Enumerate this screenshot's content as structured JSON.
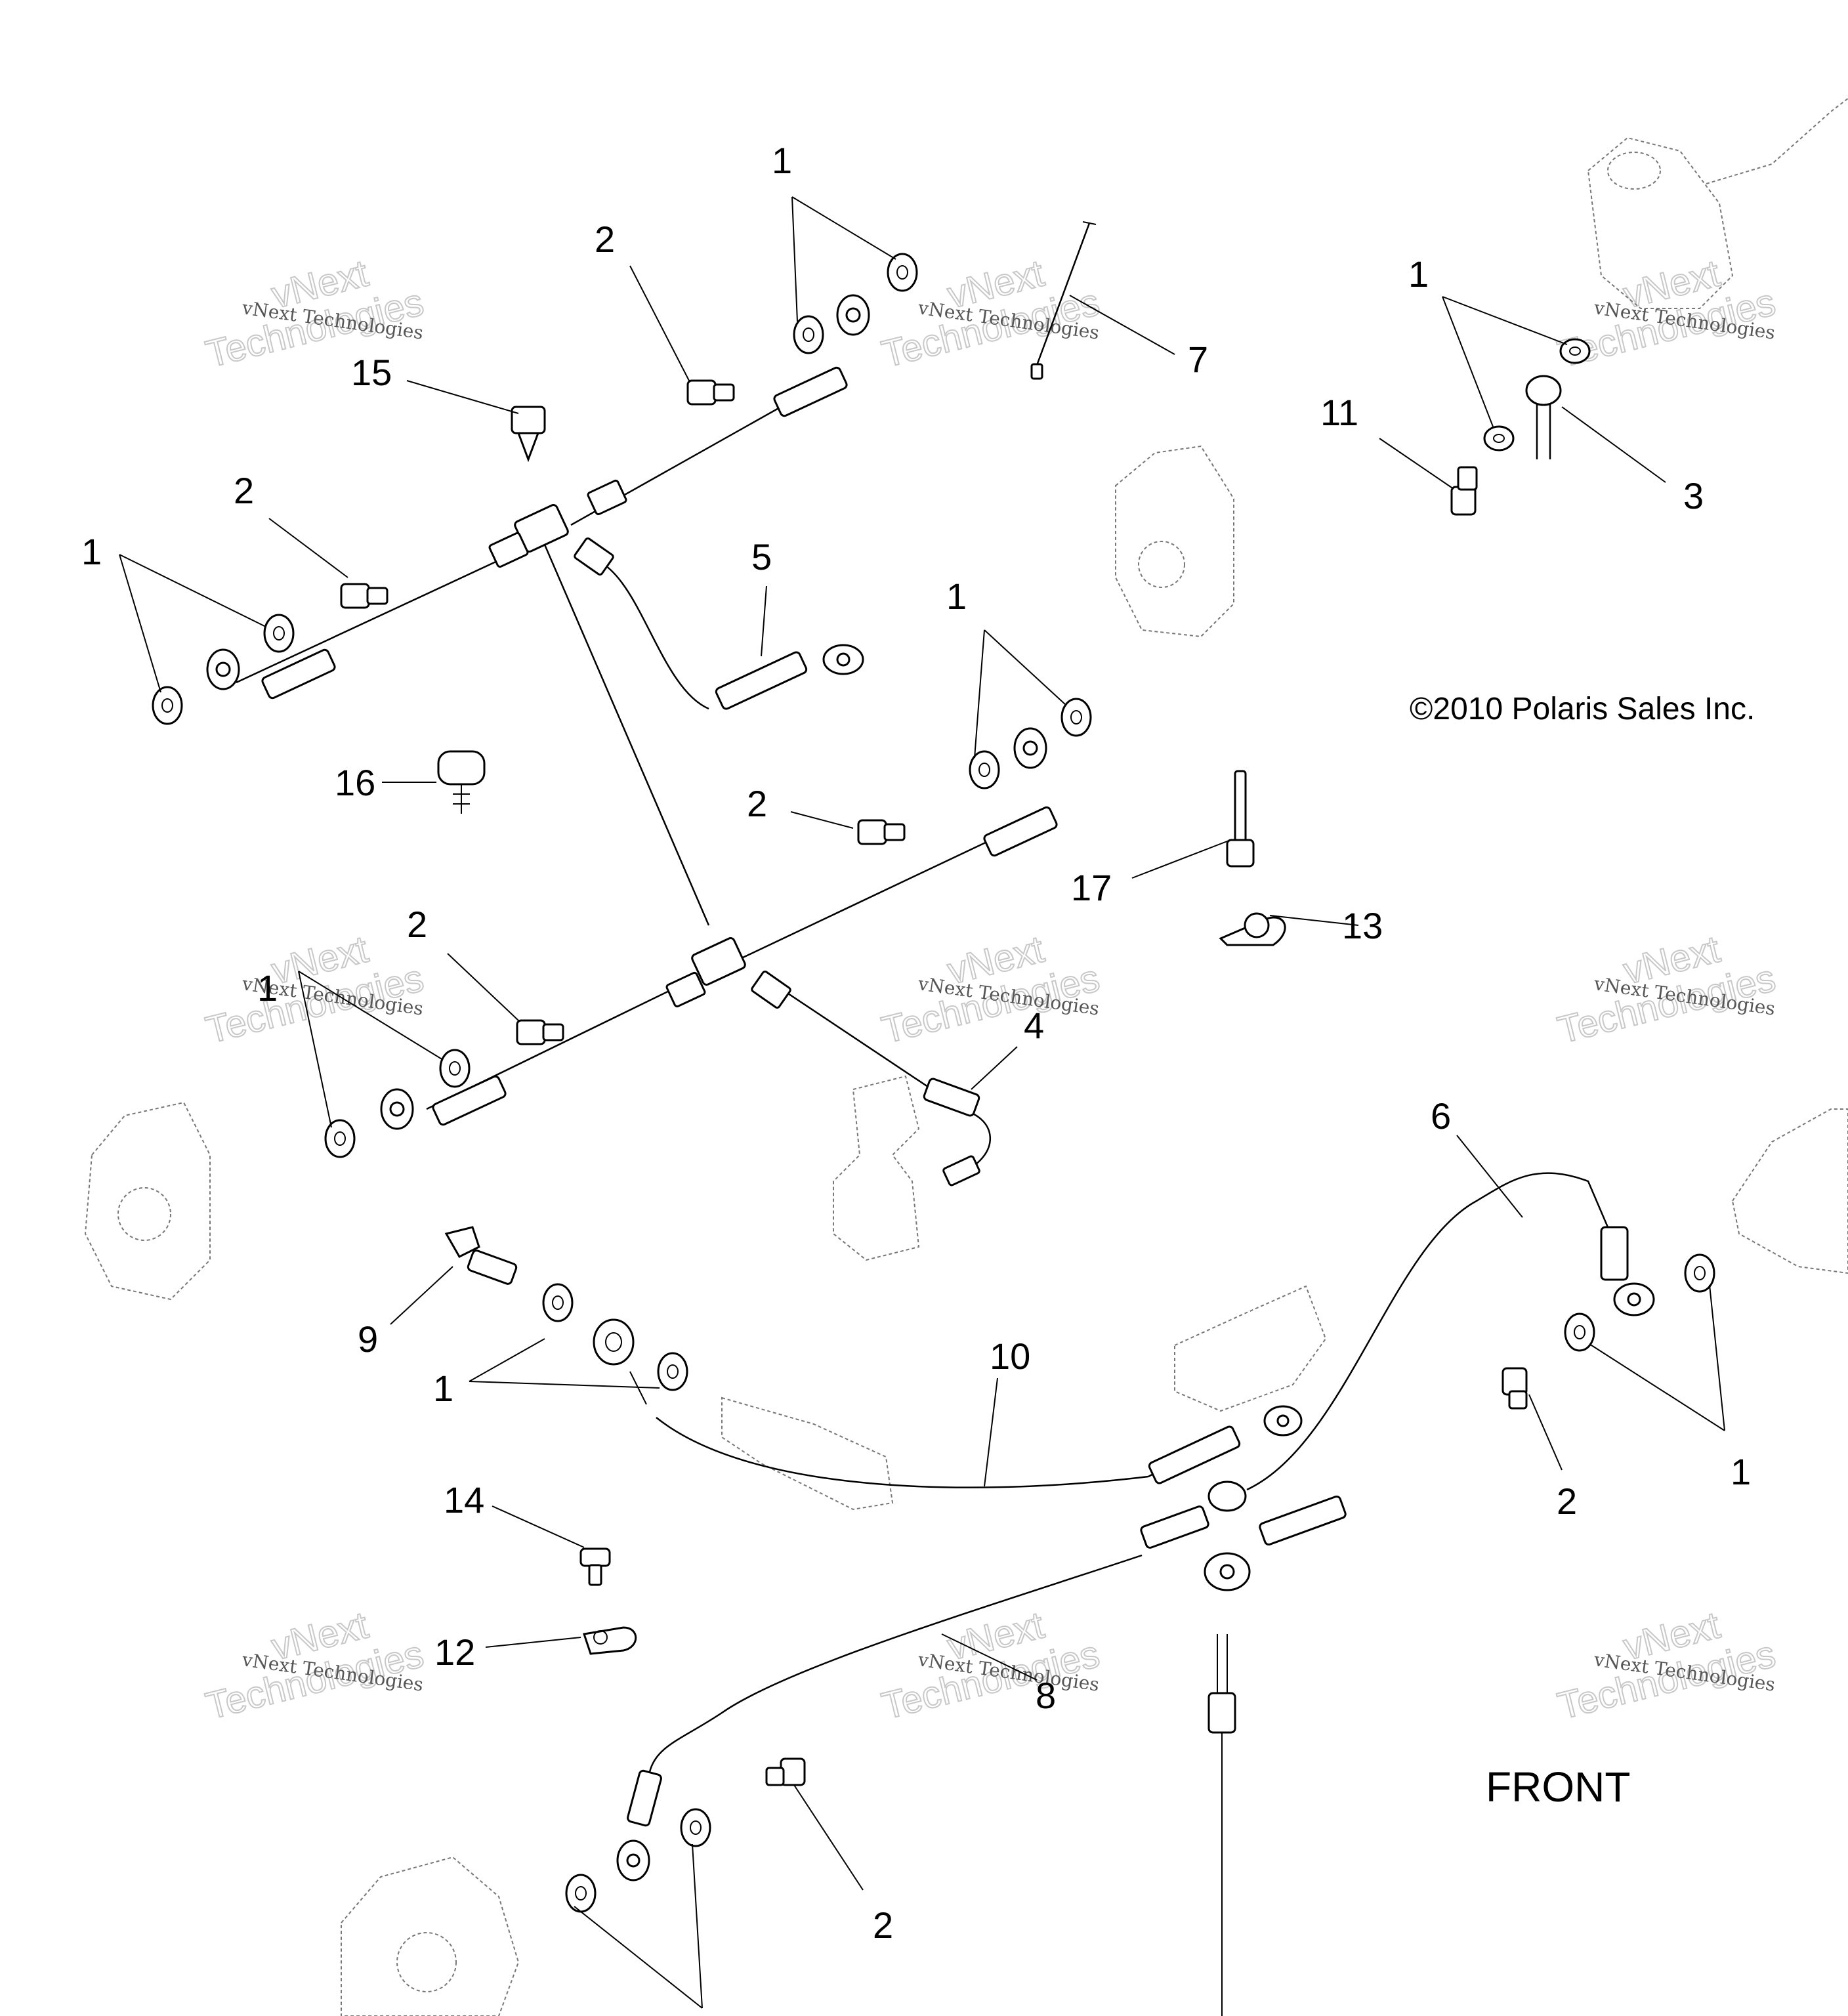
{
  "copyright": "©2010 Polaris Sales Inc.",
  "front_label": "FRONT",
  "watermark": {
    "small": "vNext Technologies",
    "big_line1": "vNext",
    "big_line2": "Technologies"
  },
  "callouts": {
    "c1_top": "1",
    "c2_top": "2",
    "c7": "7",
    "c15": "15",
    "c1_tr": "1",
    "c11": "11",
    "c3": "3",
    "c2_left": "2",
    "c1_left": "1",
    "c5": "5",
    "c1_mid": "1",
    "c16": "16",
    "c2_mid": "2",
    "c17": "17",
    "c13": "13",
    "c2_lower": "2",
    "c1_lower": "1",
    "c4": "4",
    "c6": "6",
    "c9": "9",
    "c10": "10",
    "c1_bottom_left": "1",
    "c2_right": "2",
    "c1_right": "1",
    "c14": "14",
    "c12": "12",
    "c8": "8",
    "c2_bottom": "2"
  }
}
